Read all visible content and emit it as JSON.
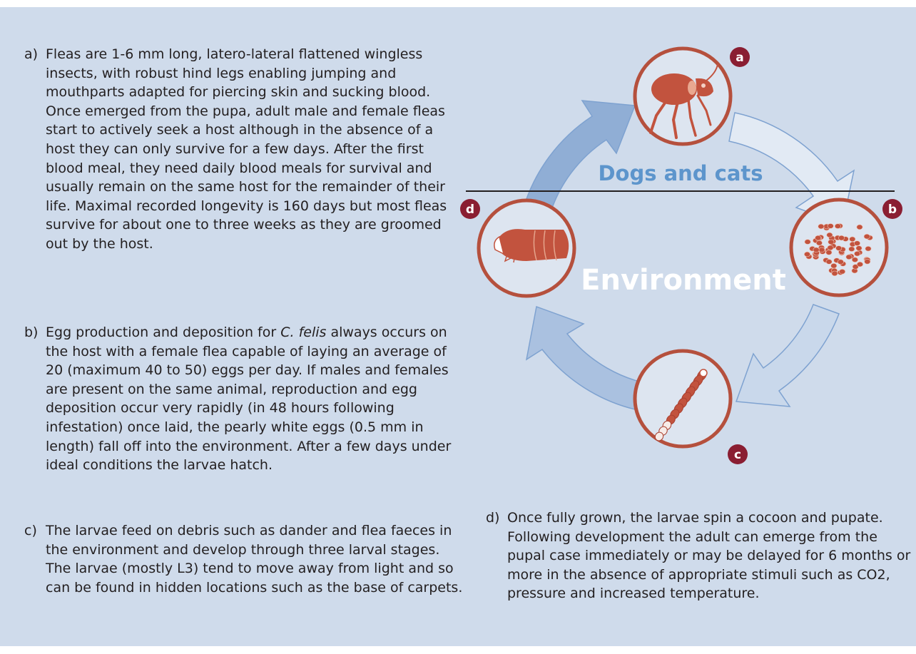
{
  "paragraphs": {
    "a": {
      "marker": "a)",
      "text": "Fleas are 1-6 mm long, latero-lateral flattened wingless insects, with robust hind legs enabling jumping and mouthparts adapted for piercing skin and sucking blood. Once emerged from the pupa, adult male and female fleas start to actively seek a host although in the absence of a host they can only survive for a few days. After the first blood meal, they need daily blood meals for survival and usually remain on the same host for the remainder of their life. Maximal recorded longevity is 160 days but most fleas survive for about one to three weeks as they are groomed out by the host."
    },
    "b": {
      "marker": "b)",
      "text_before": "Egg production and deposition for ",
      "species": "C. felis",
      "text_after": " always occurs on the host with a female flea capable of laying an average of 20 (maximum 40 to 50) eggs per day. If males and females are present on the same animal, reproduction and egg deposition occur very rapidly (in 48 hours following infestation) once laid, the pearly white eggs (0.5 mm in length) fall off into the environment. After a few days under ideal conditions the larvae hatch."
    },
    "c": {
      "marker": "c)",
      "text": "The larvae feed on debris such as dander and flea faeces in the environment and develop through three larval stages. The larvae (mostly L3) tend to move away from light and so can be found in hidden locations such as the base of carpets."
    },
    "d": {
      "marker": "d)",
      "text": "Once fully grown, the larvae spin a cocoon and pupate. Following development the adult can emerge from the pupal case immediately or may be delayed for 6 months or more in the absence of appropriate stimuli such as CO2, pressure and increased temperature."
    }
  },
  "diagram": {
    "zone_host": "Dogs and cats",
    "zone_environment": "Environment",
    "stage_badges": {
      "a": "a",
      "b": "b",
      "c": "c",
      "d": "d"
    },
    "stage_icons": {
      "a": "adult-flea-icon",
      "b": "flea-eggs-icon",
      "c": "flea-larva-icon",
      "d": "flea-pupa-icon"
    }
  },
  "colors": {
    "panel_background": "#cfdbeb",
    "stage_ring": "#b5503d",
    "stage_fill": "#dde5f0",
    "badge": "#8a1e32",
    "illustration": "#c2533e",
    "arrow_light": "#e6ecf5",
    "arrow_dark": "#8fadd3",
    "host_label": "#5d95cc",
    "environment_label": "#ffffff"
  }
}
